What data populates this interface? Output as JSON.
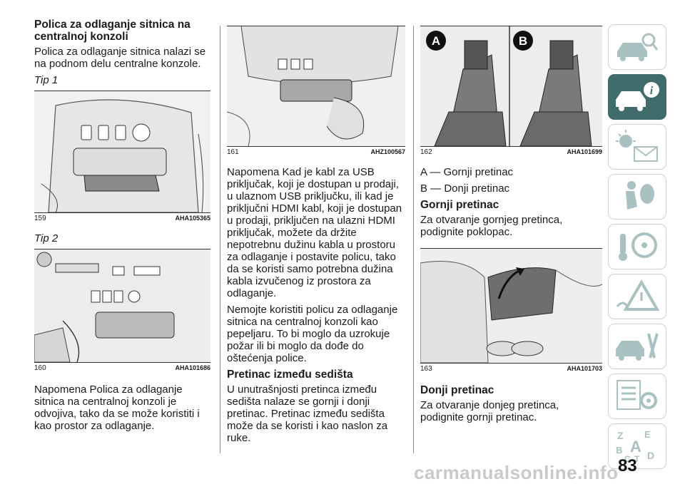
{
  "col1": {
    "heading": "Polica za odlaganje sitnica na centralnoj konzoli",
    "intro": "Polica za odlaganje sitnica nalazi se na podnom delu centralne konzole.",
    "tip1": "Tip 1",
    "fig159": {
      "num": "159",
      "code": "AHA105365"
    },
    "tip2": "Tip 2",
    "fig160": {
      "num": "160",
      "code": "AHA101686"
    },
    "note": "Napomena  Polica za odlaganje sitnica na centralnoj konzoli je odvojiva, tako da se može koristiti i kao prostor za odlaganje."
  },
  "col2": {
    "fig161": {
      "num": "161",
      "code": "AHZ100567"
    },
    "note1": "Napomena  Kad je kabl za USB priključak, koji je dostupan u prodaji, u ulaznom USB priključku, ili kad je priključni HDMI kabl, koji je dostupan u prodaji, priključen na ulazni HDMI priključak, možete da držite nepotrebnu dužinu kabla u prostoru za odlaganje i postavite policu, tako da se koristi samo potrebna dužina kabla izvučenog iz prostora za odlaganje.",
    "note2": "Nemojte koristiti policu za odlaganje sitnica na centralnoj konzoli kao pepeljaru. To bi moglo da uzrokuje požar ili bi moglo da dođe do oštećenja police.",
    "heading": "Pretinac između sedišta",
    "body": "U unutrašnjosti pretinca između sedišta nalaze se gornji i donji pretinac. Pretinac između sedišta može da se koristi i kao naslon za ruke."
  },
  "col3": {
    "fig162": {
      "num": "162",
      "code": "AHA101699",
      "labelA": "A",
      "labelB": "B"
    },
    "legendA": "A — Gornji pretinac",
    "legendB": "B — Donji pretinac",
    "heading1": "Gornji pretinac",
    "body1": "Za otvaranje gornjeg pretinca, podignite poklopac.",
    "fig163": {
      "num": "163",
      "code": "AHA101703"
    },
    "heading2": "Donji pretinac",
    "body2": "Za otvaranje donjeg pretinca, podignite gornji pretinac."
  },
  "sidebar": {
    "tabs": [
      "car-search-icon",
      "car-info-icon",
      "warning-light-mail-icon",
      "airbag-seat-icon",
      "key-steering-icon",
      "triangle-warning-icon",
      "car-tools-icon",
      "checklist-gear-icon",
      "alphabet-index-icon"
    ],
    "active_index": 1,
    "active_color": "#3f6b6b",
    "icon_color": "#a9c1c1"
  },
  "page_number": "83",
  "watermark": "carmanualsonline.info"
}
